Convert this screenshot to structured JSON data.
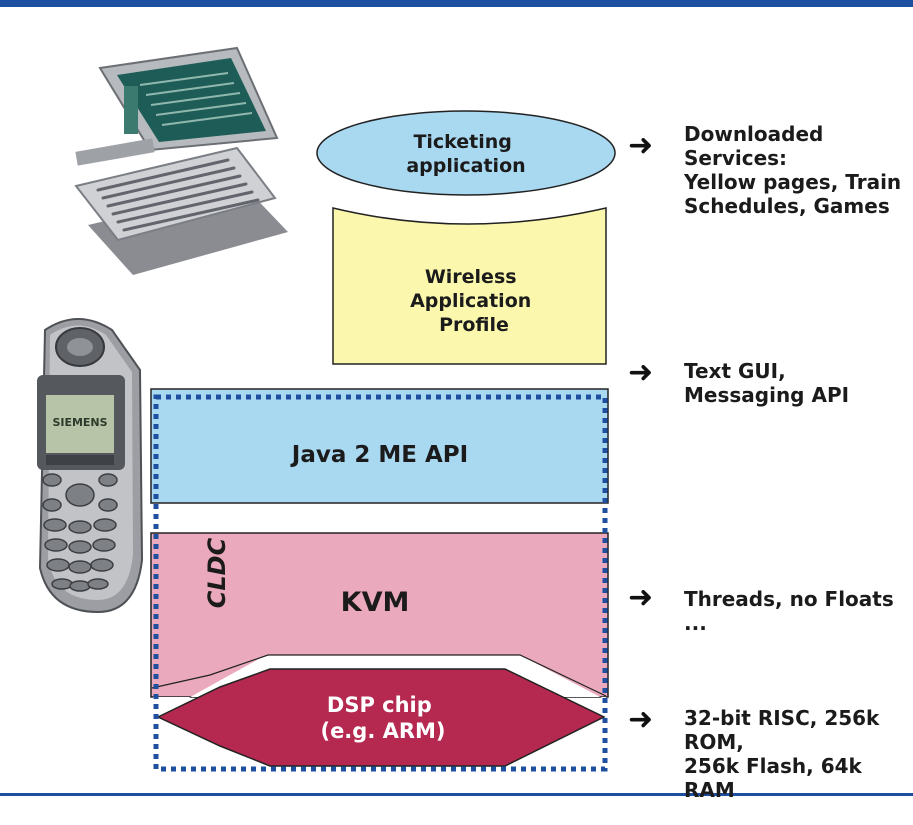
{
  "colors": {
    "frame": "#1d4fa0",
    "ellipse": "#a9d8f1",
    "wap_profile": "#fbf8ad",
    "java_api": "#a9d8f1",
    "kvm": "#eba9bd",
    "dsp_chip": "#b5284f",
    "cldc_border": "#1f4f9f"
  },
  "diagram": {
    "ticketing": [
      "Ticketing",
      "application"
    ],
    "wap": [
      "Wireless",
      "Application",
      "Profile"
    ],
    "java_api": "Java 2 ME API",
    "kvm": "KVM",
    "cldc": "CLDC",
    "dsp": [
      "DSP chip",
      "(e.g. ARM)"
    ],
    "phone_brand": "SIEMENS"
  },
  "annotations": {
    "downloaded": [
      "Downloaded Services:",
      "Yellow pages, Train",
      "Schedules, Games"
    ],
    "gui": [
      "Text GUI,",
      "Messaging API"
    ],
    "threads": "Threads, no Floats ...",
    "hardware": [
      "32-bit RISC, 256k ROM,",
      "256k Flash, 64k RAM"
    ]
  },
  "icons": {
    "arrow": "arrow-right-icon",
    "pda": "pda-device",
    "phone": "mobile-phone-device"
  }
}
